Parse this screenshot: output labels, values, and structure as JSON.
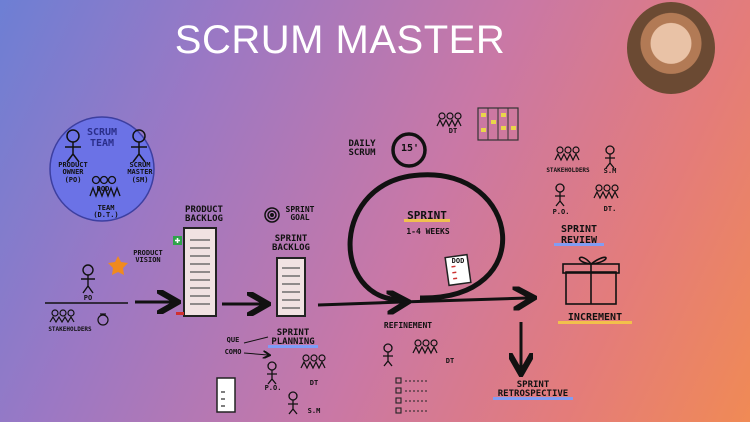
{
  "title": "SCRUM MASTER",
  "scrum_team": {
    "title": "SCRUM TEAM",
    "product_owner": "PRODUCT OWNER (PO)",
    "scrum_master": "SCRUM MASTER (SM)",
    "team": "TEAM (D.T.)",
    "dod": "DOD"
  },
  "left": {
    "po": "PO",
    "stakeholders": "STAKEHOLDERS",
    "product_vision": "PRODUCT VISION"
  },
  "product_backlog": "PRODUCT BACKLOG",
  "sprint_goal": "SPRINT GOAL",
  "sprint_backlog": "SPRINT BACKLOG",
  "sprint_planning": {
    "title": "SPRINT PLANNING",
    "que": "QUE",
    "como": "COMO",
    "po": "P.O.",
    "dt": "DT",
    "sm": "S.M"
  },
  "daily_scrum": {
    "title": "DAILY SCRUM",
    "duration": "15'",
    "dt": "DT"
  },
  "sprint": {
    "title": "SPRINT",
    "duration": "1-4 WEEKS",
    "dod": "DOD"
  },
  "refinement": {
    "title": "REFINEMENT",
    "dt": "DT"
  },
  "sprint_review": {
    "title": "SPRINT REVIEW",
    "stakeholders": "STAKEHOLDERS",
    "sm": "S.M",
    "po": "P.O.",
    "dt": "DT."
  },
  "increment": "INCREMENT",
  "sprint_retrospective": "SPRINT RETROSPECTIVE",
  "colors": {
    "bg_start": "#6d7fd4",
    "bg_end": "#f08a55",
    "team_circle": "#6b72e6",
    "highlight_yellow": "#f4c846",
    "highlight_blue": "#78a0ff"
  }
}
